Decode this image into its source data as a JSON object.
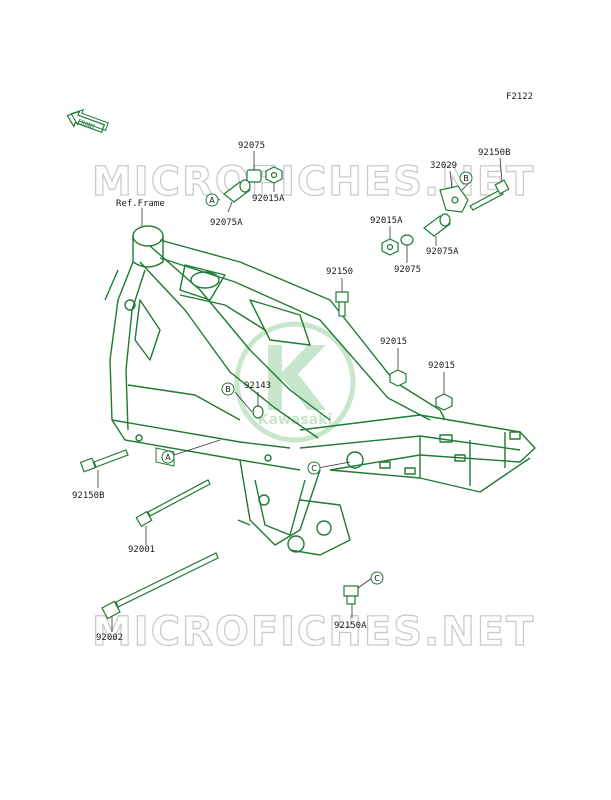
{
  "figure_code": "F2122",
  "front_marker": "FRONT",
  "ref_frame": "Ref.Frame",
  "watermark": "MICROFICHES.NET",
  "logo_text": "Kawasaki",
  "colors": {
    "line": "#1f7a33",
    "watermark": "#c8c8c8",
    "logo": "#9bd3a4"
  },
  "parts": [
    {
      "id": "p1",
      "number": "92075"
    },
    {
      "id": "p2",
      "number": "92015A"
    },
    {
      "id": "p3",
      "number": "92075A"
    },
    {
      "id": "p4",
      "number": "32029"
    },
    {
      "id": "p5",
      "number": "92150B"
    },
    {
      "id": "p6",
      "number": "92015A"
    },
    {
      "id": "p7",
      "number": "92075"
    },
    {
      "id": "p8",
      "number": "92075A"
    },
    {
      "id": "p9",
      "number": "92150"
    },
    {
      "id": "p10",
      "number": "92015"
    },
    {
      "id": "p11",
      "number": "92015"
    },
    {
      "id": "p12",
      "number": "92143"
    },
    {
      "id": "p13",
      "number": "92150B"
    },
    {
      "id": "p14",
      "number": "92001"
    },
    {
      "id": "p15",
      "number": "92002"
    },
    {
      "id": "p16",
      "number": "92150A"
    }
  ],
  "callouts": [
    "A",
    "B",
    "B",
    "A",
    "C",
    "C"
  ]
}
